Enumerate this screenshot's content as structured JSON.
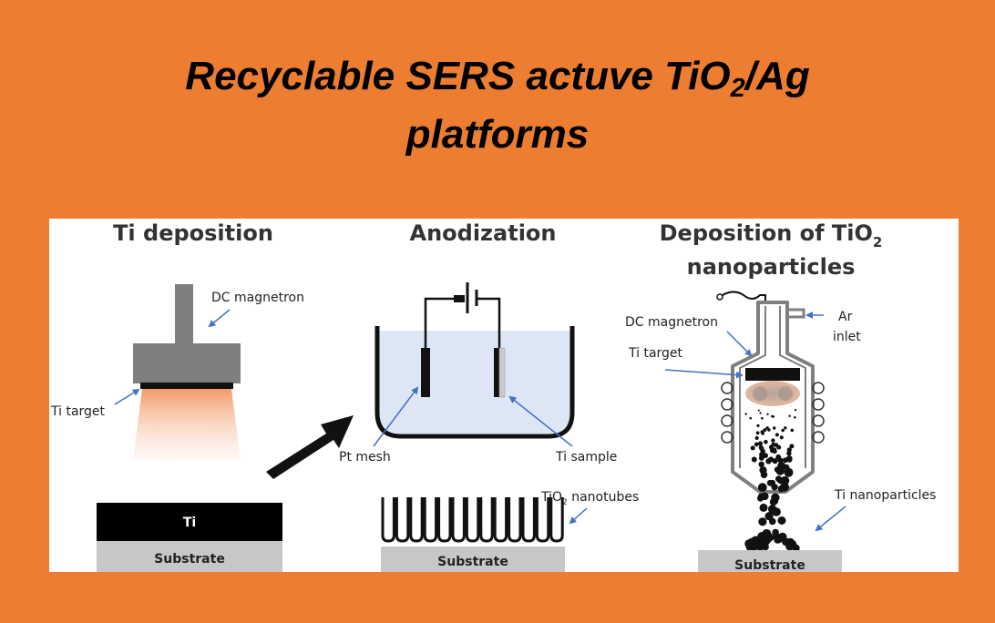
{
  "title": {
    "line1_before_sub": "Recyclable SERS actuve TiO",
    "line1_sub": "2",
    "line1_after_sub": "/Ag",
    "line2": "platforms"
  },
  "sections": {
    "ti_deposition": {
      "heading": "Ti deposition",
      "label_dc_magnetron": "DC magnetron",
      "label_ti_target": "Ti target",
      "layer_ti": "Ti",
      "layer_substrate": "Substrate"
    },
    "anodization": {
      "heading": "Anodization",
      "label_pt_mesh": "Pt mesh",
      "label_ti_sample": "Ti sample",
      "label_nanotubes_before_sub": "TiO",
      "label_nanotubes_sub": "2",
      "label_nanotubes_after_sub": " nanotubes",
      "layer_substrate": "Substrate"
    },
    "tio2_nanoparticles": {
      "heading_line1_before_sub": "Deposition of TiO",
      "heading_line1_sub": "2",
      "heading_line2": "nanoparticles",
      "label_dc_magnetron": "DC magnetron",
      "label_ar": "Ar",
      "label_inlet": "inlet",
      "label_ti_target": "Ti target",
      "label_ti_nanoparticles": "Ti nanoparticles",
      "layer_substrate": "Substrate"
    }
  },
  "colors": {
    "background": "#ed7d31",
    "panel": "#ffffff",
    "electrolyte": "#dde6f5",
    "label_arrow": "#4472c4"
  }
}
